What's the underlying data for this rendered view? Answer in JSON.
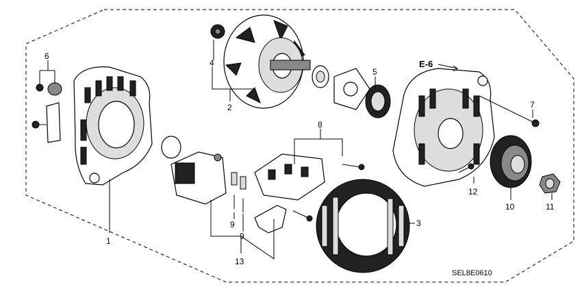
{
  "diagram": {
    "reference_code": "E-6",
    "drawing_id": "SEL8E0610",
    "callouts": [
      "1",
      "2",
      "3",
      "4",
      "5",
      "6",
      "7",
      "8",
      "9",
      "9",
      "10",
      "11",
      "12",
      "13"
    ]
  }
}
